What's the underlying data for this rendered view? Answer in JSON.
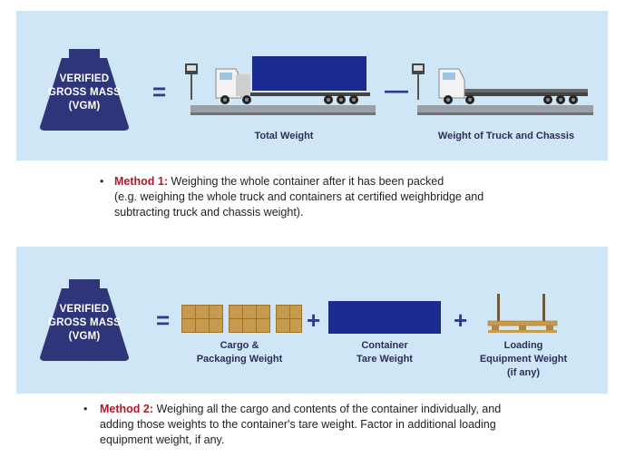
{
  "vgm": {
    "line1": "VERIFIED",
    "line2": "GROSS MASS",
    "line3": "(VGM)",
    "color": "#2e3579"
  },
  "operators": {
    "equals": "=",
    "minus": "—",
    "plus": "+"
  },
  "method1": {
    "total_weight_caption": "Total Weight",
    "truck_chassis_caption": "Weight of Truck and Chassis",
    "label": "Method 1:",
    "text_line1": "Weighing the whole container after it has been packed",
    "text_line2": "(e.g. weighing the whole truck and containers at certified weighbridge and",
    "text_line3": "subtracting truck and chassis weight)."
  },
  "method2": {
    "cargo_caption_line1": "Cargo &",
    "cargo_caption_line2": "Packaging Weight",
    "container_caption_line1": "Container",
    "container_caption_line2": "Tare Weight",
    "loading_caption_line1": "Loading",
    "loading_caption_line2": "Equipment Weight",
    "loading_caption_line3": "(if any)",
    "label": "Method 2:",
    "text_line1": "Weighing all the cargo and contents of the container individually, and",
    "text_line2": "adding those weights to the container's tare weight. Factor in additional loading",
    "text_line3": "equipment weight, if any."
  },
  "colors": {
    "panel": "#cfe6f6",
    "container": "#1a2a8f",
    "accent_red": "#b0192a",
    "caption": "#2a2f5a"
  }
}
